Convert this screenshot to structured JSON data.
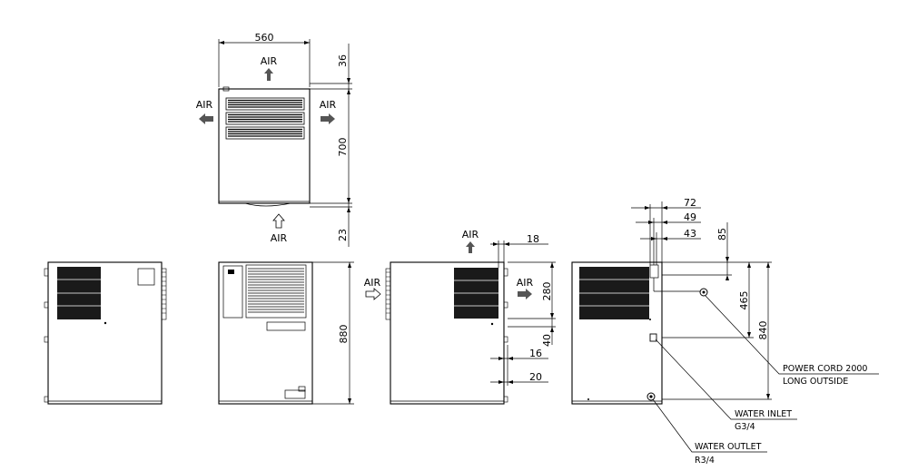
{
  "air_label": "AIR",
  "dims": {
    "top_width": "560",
    "top_gap": "36",
    "top_depth": "700",
    "bottom_gap": "23",
    "height": "880",
    "side_offset": "18",
    "vent_height": "280",
    "vent_bottom": "40",
    "foot_16": "16",
    "foot_20": "20",
    "conn_72": "72",
    "conn_49": "49",
    "conn_43": "43",
    "conn_85": "85",
    "conn_465": "465",
    "conn_840": "840"
  },
  "labels": {
    "power_cord_line1": "POWER CORD 2000",
    "power_cord_line2": "LONG OUTSIDE",
    "water_inlet_line1": "WATER INLET",
    "water_inlet_line2": "G3/4",
    "water_outlet_line1": "WATER OUTLET",
    "water_outlet_line2": "R3/4"
  },
  "colors": {
    "line": "#000000",
    "grille": "#1a1a1a",
    "arrow": "#555555"
  }
}
